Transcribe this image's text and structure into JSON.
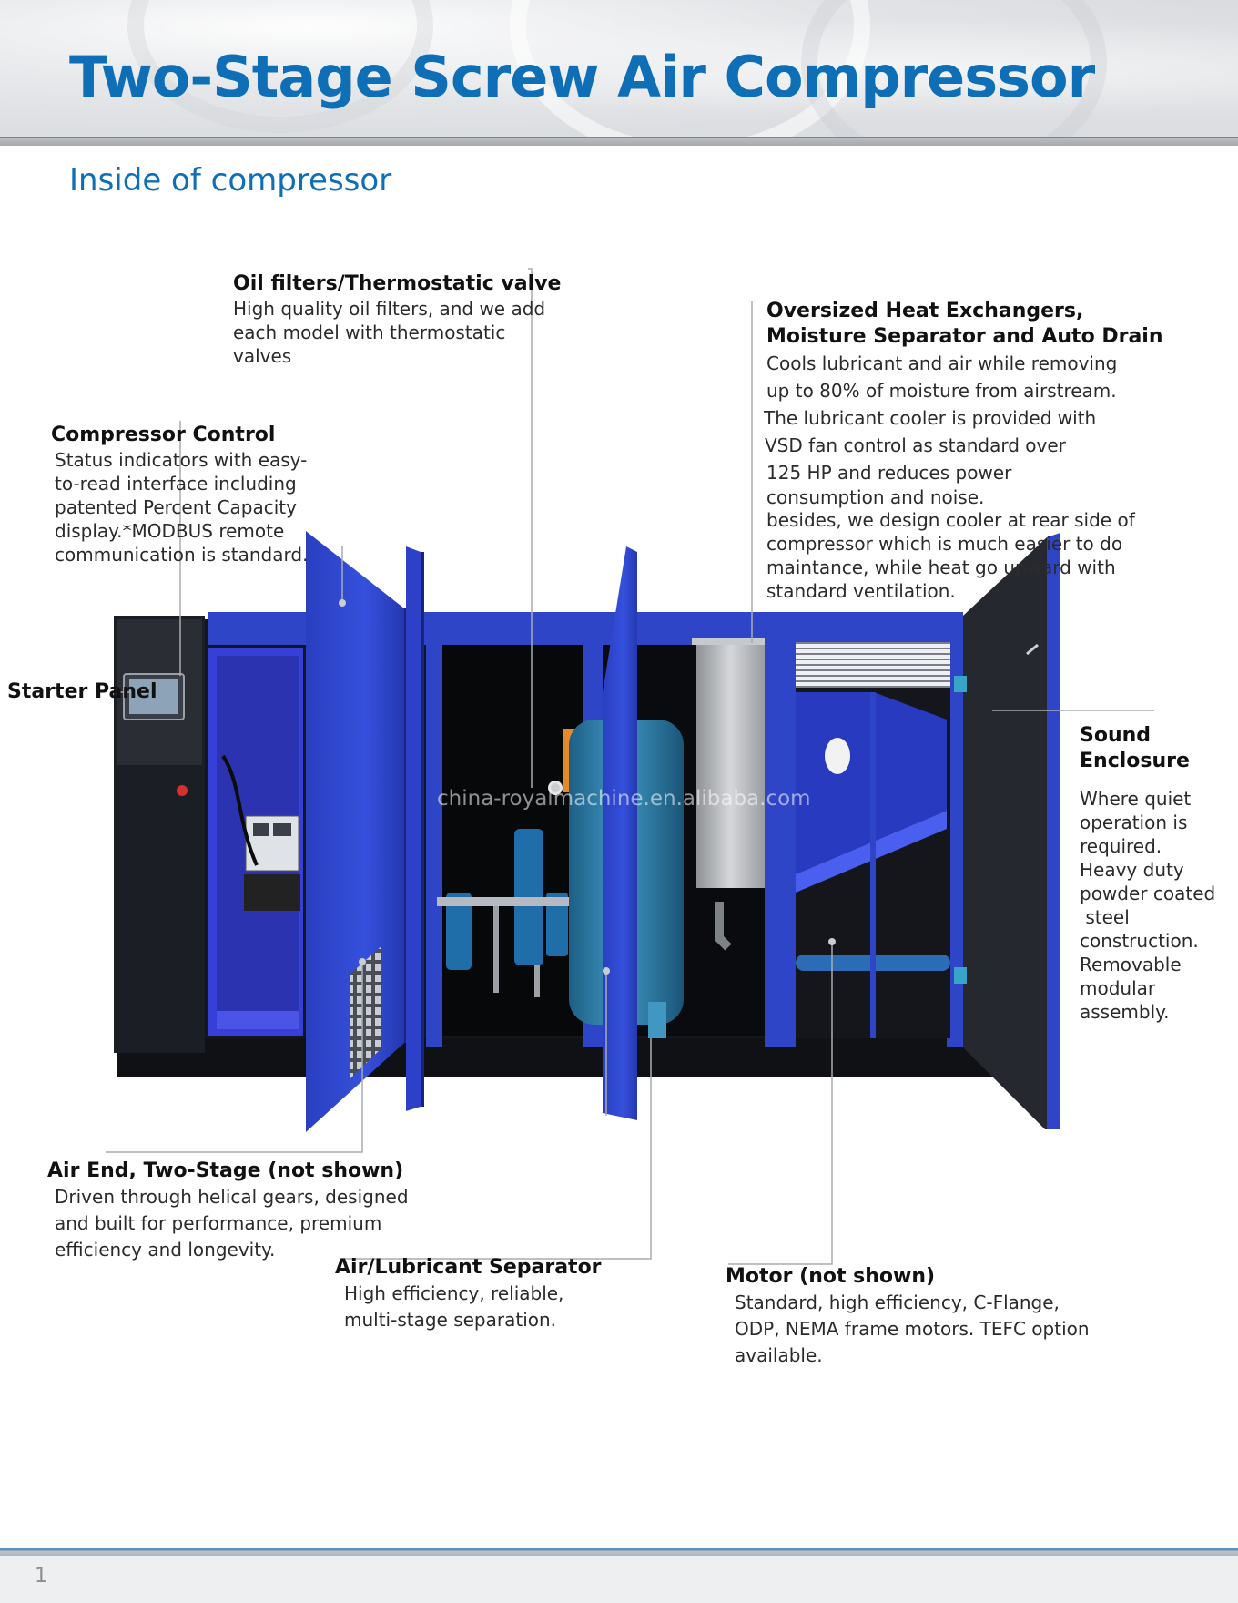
{
  "header": {
    "title": "Two-Stage Screw Air Compressor",
    "subtitle": "Inside of compressor"
  },
  "callouts": {
    "oil_filters": {
      "heading": "Oil filters/Thermostatic valve",
      "lines": [
        "High quality oil filters, and we add",
        "each model with thermostatic",
        "valves"
      ]
    },
    "compressor_control": {
      "heading": "Compressor Control",
      "lines": [
        "Status indicators with easy-",
        "to-read interface including",
        "patented Percent Capacity",
        "display.*MODBUS remote",
        "communication is standard."
      ]
    },
    "heat_exchangers": {
      "heading_lines": [
        "Oversized Heat Exchangers,",
        "Moisture Separator and Auto Drain"
      ],
      "lines": [
        "Cools lubricant and air while removing",
        "up to 80% of moisture from airstream.",
        "The lubricant cooler is provided with",
        "VSD fan control as standard over",
        "125 HP and reduces power",
        "consumption and noise.",
        "besides, we design cooler at rear side of",
        "compressor which is much easier to do",
        "maintance, while heat go upward with",
        "standard ventilation."
      ]
    },
    "starter_panel": {
      "heading": "Starter Panel"
    },
    "sound_enclosure": {
      "heading_lines": [
        "Sound",
        "Enclosure"
      ],
      "lines": [
        "Where quiet",
        "operation is",
        "required.",
        "Heavy duty",
        "powder coated",
        " steel",
        "construction.",
        "Removable",
        "modular",
        "assembly."
      ]
    },
    "air_end": {
      "heading": "Air End, Two-Stage (not shown)",
      "lines": [
        "Driven through helical gears, designed",
        "and built for performance, premium",
        "efficiency and longevity."
      ]
    },
    "separator": {
      "heading": "Air/Lubricant Separator",
      "lines": [
        "High efficiency, reliable,",
        "multi-stage separation."
      ]
    },
    "motor": {
      "heading": "Motor (not shown)",
      "lines": [
        "Standard, high efficiency, C-Flange,",
        "ODP, NEMA frame motors. TEFC option",
        "available."
      ]
    }
  },
  "watermark": "china-royalmachine.en.alibaba.com",
  "footer": {
    "page_number": "1"
  },
  "colors": {
    "brand_blue": "#0e6fb6",
    "enclosure_blue": "#2f45c8",
    "cabinet_dark": "#1b1e24"
  }
}
